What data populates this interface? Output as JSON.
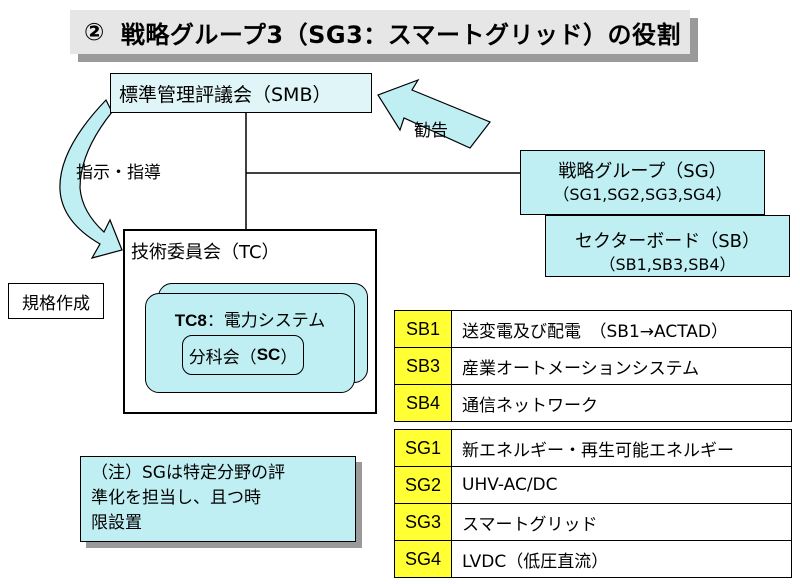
{
  "title": {
    "number": "②",
    "text": "戦略グループ3（SG3：スマートグリッド）の役割"
  },
  "nodes": {
    "smb": "標準管理評議会（SMB）",
    "tc": "技術委員会（TC）",
    "kikaku": "規格作成",
    "sg": {
      "title": "戦略グループ（SG）",
      "members": "（SG1,SG2,SG3,SG4）"
    },
    "sb": {
      "title": "セクターボード（SB）",
      "members": "（SB1,SB3,SB4）"
    },
    "tc8": {
      "code": "TC8",
      "text": "：電力システム"
    },
    "sc": {
      "pre": "分科会（",
      "code": "SC",
      "post": "）"
    }
  },
  "edges": {
    "shiji": "指示・指導",
    "kankoku": "勧告"
  },
  "note": {
    "lines": [
      "（注）SGは特定分野の評",
      "準化を担当し、且つ時",
      "限設置"
    ]
  },
  "sb_table": [
    {
      "code": "SB1",
      "desc": "送変電及び配電　（SB1→ACTAD）"
    },
    {
      "code": "SB3",
      "desc": "産業オートメーションシステム"
    },
    {
      "code": "SB4",
      "desc": "通信ネットワーク"
    }
  ],
  "sg_table": [
    {
      "code": "SG1",
      "desc": "新エネルギー・再生可能エネルギー"
    },
    {
      "code": "SG2",
      "desc": "UHV-AC/DC"
    },
    {
      "code": "SG3",
      "desc": "スマートグリッド"
    },
    {
      "code": "SG4",
      "desc": "LVDC（低圧直流）"
    }
  ],
  "colors": {
    "cyan": "#bfeff3",
    "smb_fill": "#dff5f7",
    "code_yellow": "#ffff33",
    "title_gray": "#e6e6e6",
    "shadow": "#9a9a9a"
  }
}
